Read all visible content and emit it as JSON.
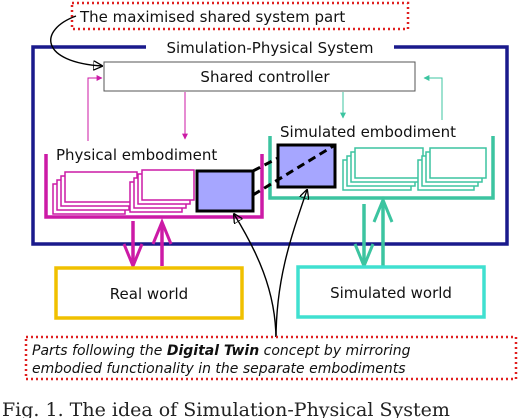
{
  "system_title": "Simulation-Physical System",
  "shared_part_note": "The maximised shared system part",
  "shared_controller": "Shared controller",
  "physical_embodiment": "Physical embodiment",
  "simulated_embodiment": "Simulated embodiment",
  "real_world": "Real world",
  "simulated_world": "Simulated world",
  "digital_twin_note": {
    "line1_prefix": "Parts following the ",
    "line1_bold": "Digital Twin",
    "line1_suffix": " concept by mirroring",
    "line2": "embodied functionality in the separate embodiments"
  },
  "caption_fragment": "Fig. 1. The idea of Simulation-Physical System",
  "colors": {
    "system_border": "#1a1a8c",
    "physical": "#cc1aa6",
    "simulated": "#3cc4a0",
    "real_world_border": "#f0c000",
    "simulated_world_border": "#40e0d0",
    "digital_twin_fill": "#a6a6ff",
    "note_border": "#e02020"
  }
}
